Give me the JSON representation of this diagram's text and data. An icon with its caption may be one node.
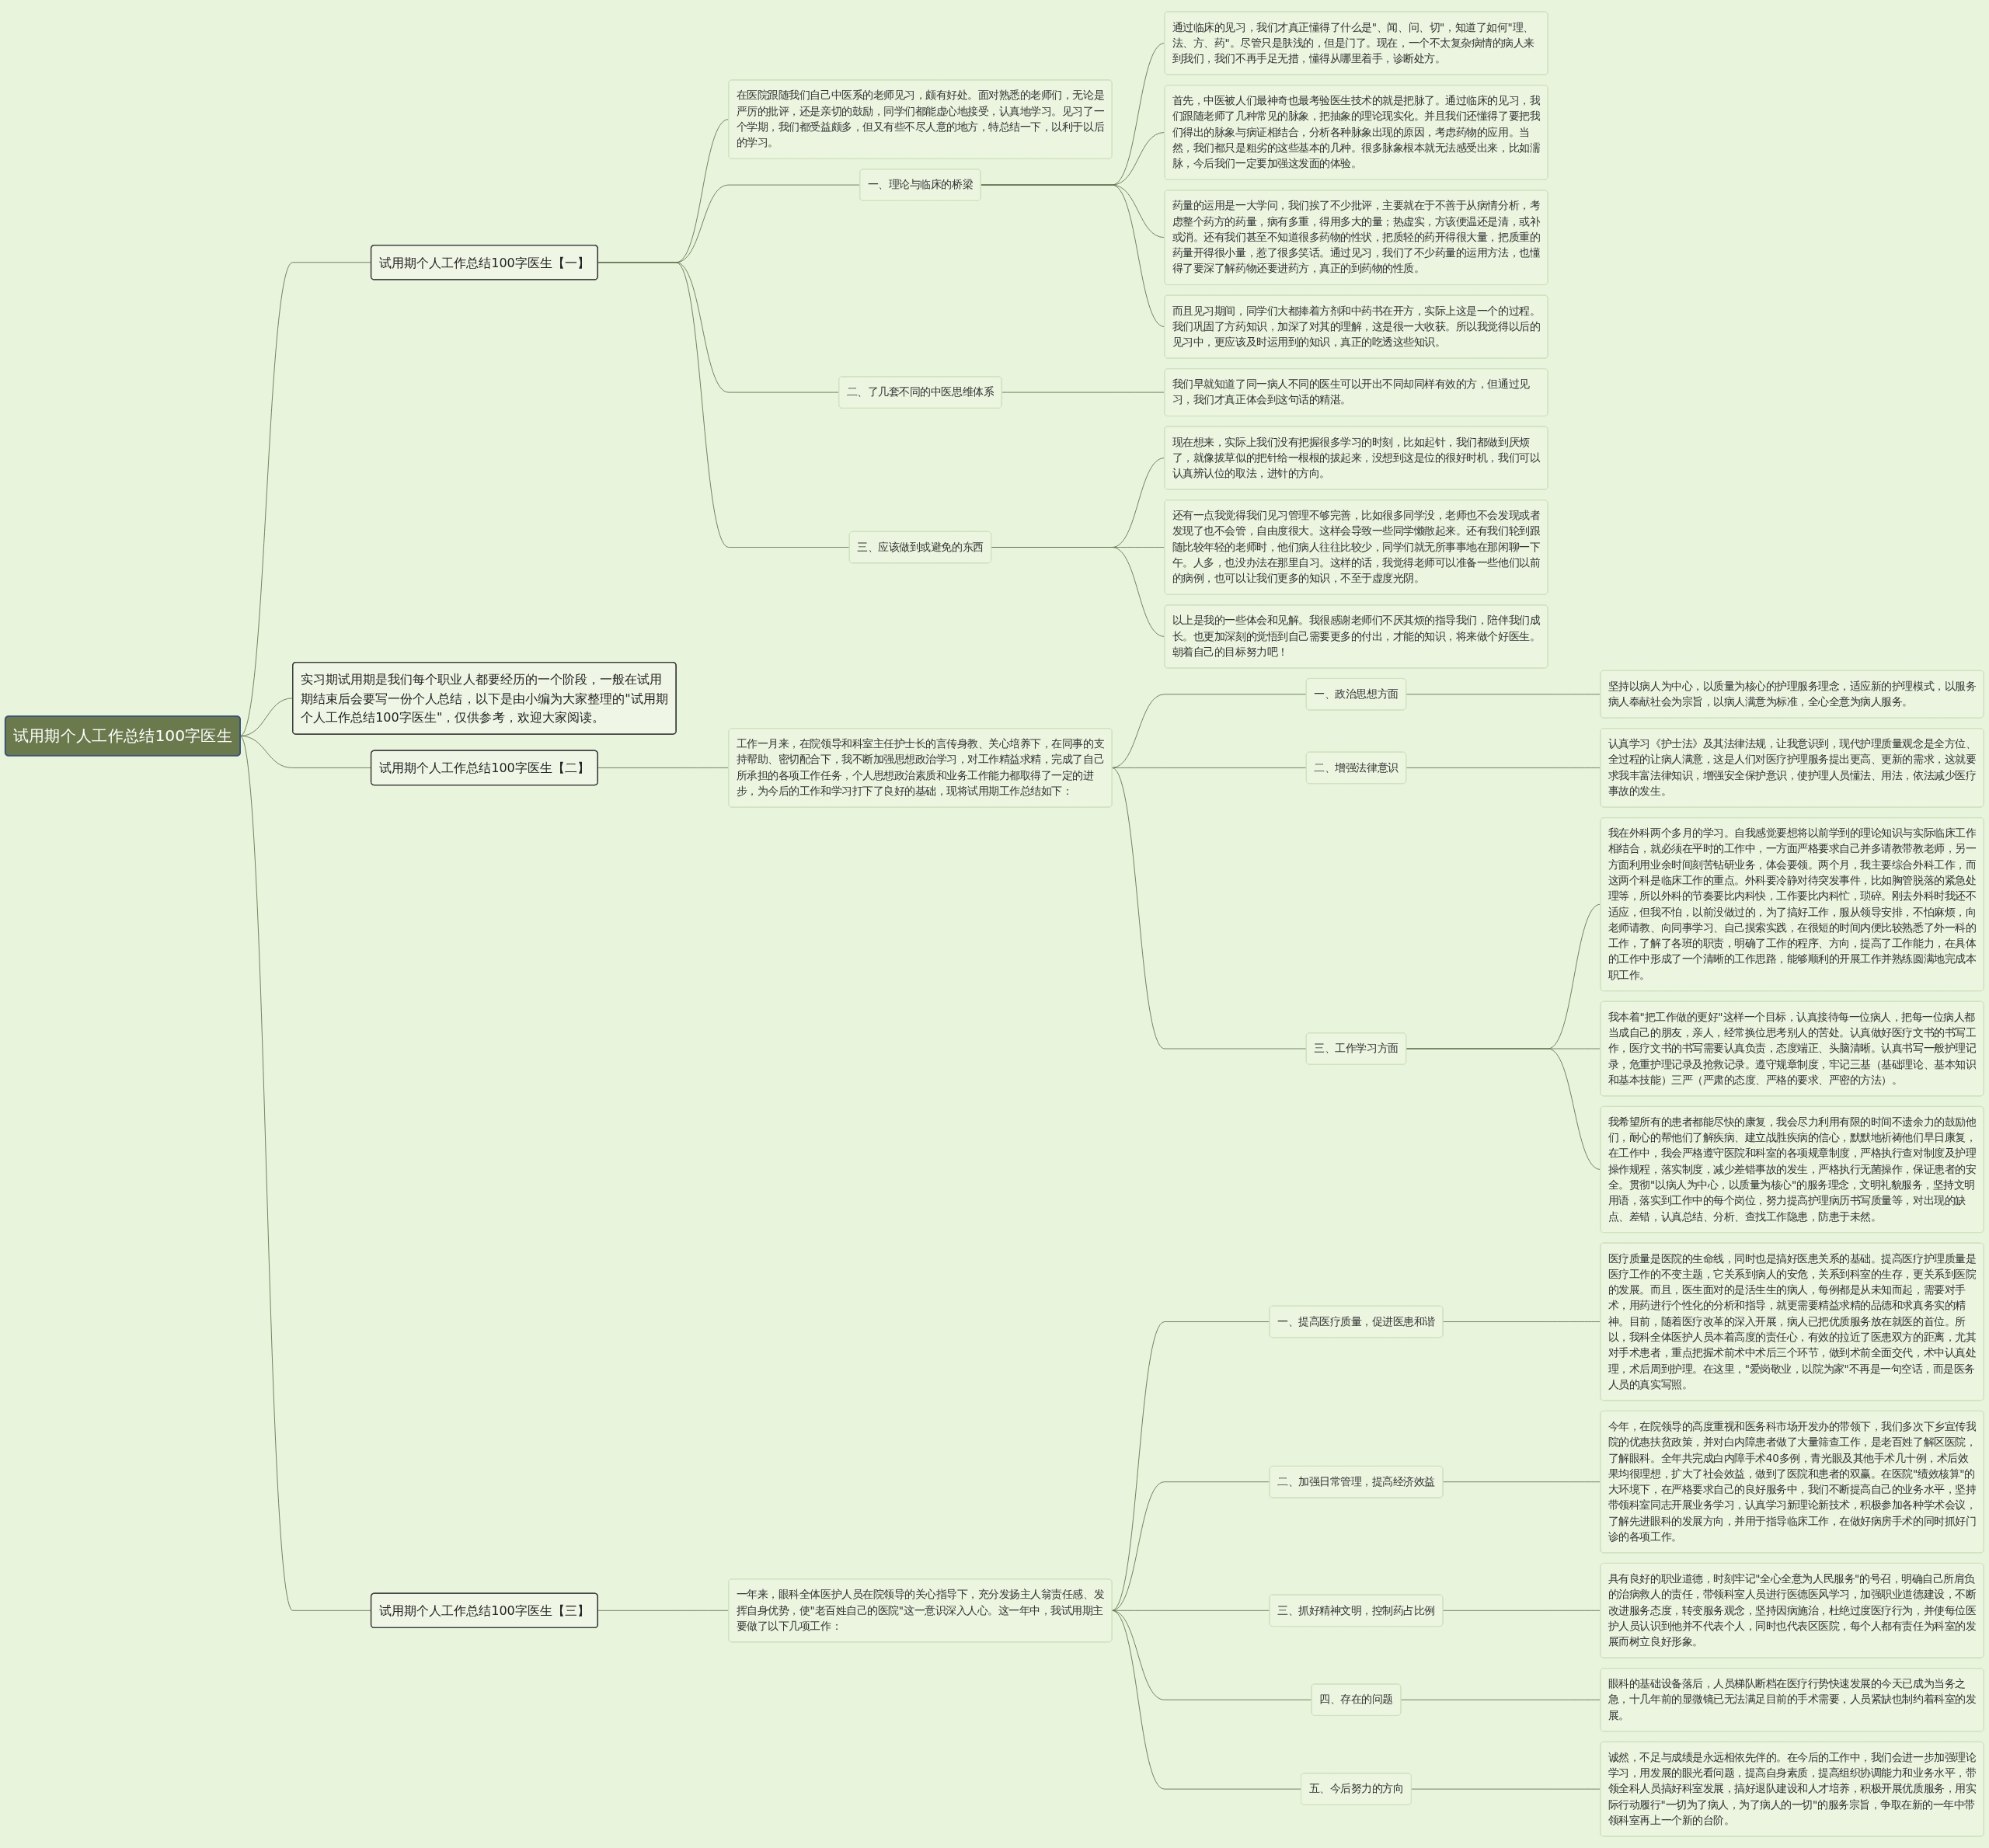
{
  "diagram": {
    "nodes": [
      {
        "text": [
          "试用期个人工作总结100字医生"
        ]
      },
      {
        "text": [
          "试用期个人工作总结100字医生【一】"
        ]
      },
      {
        "text": [
          "在医院跟随我们自己中医系的老师见习，颇有好处。面对熟悉的老师们，无论是严厉的批评，还是亲切的鼓励，同学们都能虚心地接受，认真地学习。见习了一个学期，我们都受益颇多，但又有些不尽人意的地方，特总结一下，以利于以后的学习。"
        ]
      },
      {
        "text": [
          "一、理论与临床的桥梁"
        ]
      },
      {
        "text": [
          "通过临床的见习，我们才真正懂得了什么是\"、闻、问、切\"，知道了如何\"理、法、方、药\"。尽管只是肤浅的，但是门了。现在，一个不太复杂病情的病人来到我们，我们不再手足无措，懂得从哪里着手，诊断处方。"
        ]
      },
      {
        "text": [
          "首先，中医被人们最神奇也最考验医生技术的就是把脉了。通过临床的见习，我们跟随老师了几种常见的脉象，把抽象的理论现实化。并且我们还懂得了要把我们得出的脉象与病证相结合，分析各种脉象出现的原因，考虑药物的应用。当然，我们都只是粗劣的这些基本的几种。很多脉象根本就无法感受出来，比如濡脉，今后我们一定要加强这发面的体验。"
        ]
      },
      {
        "text": [
          "药量的运用是一大学问，我们挨了不少批评，主要就在于不善于从病情分析，考虑整个药方的药量，病有多重，得用多大的量；热虚实，方该便温还是清，或补或消。还有我们甚至不知道很多药物的性状，把质轻的药开得很大量，把质重的药量开得很小量，惹了很多笑话。通过见习，我们了不少药量的运用方法，也懂得了要深了解药物还要进药方，真正的到药物的性质。"
        ]
      },
      {
        "text": [
          "而且见习期间，同学们大都捧着方剂和中药书在开方，实际上这是一个的过程。我们巩固了方药知识，加深了对其的理解，这是很一大收获。所以我觉得以后的见习中，更应该及时运用到的知识，真正的吃透这些知识。"
        ]
      },
      {
        "text": [
          "二、了几套不同的中医思维体系"
        ]
      },
      {
        "text": [
          "我们早就知道了同一病人不同的医生可以开出不同却同样有效的方，但通过见习，我们才真正体会到这句话的精湛。"
        ]
      },
      {
        "text": [
          "三、应该做到或避免的东西"
        ]
      },
      {
        "text": [
          "现在想来，实际上我们没有把握很多学习的时刻，比如起针，我们都做到厌烦了，就像拔草似的把针给一根根的拔起来，没想到这是位的很好时机，我们可以认真辨认位的取法，进针的方向。"
        ]
      },
      {
        "text": [
          "还有一点我觉得我们见习管理不够完善，比如很多同学没，老师也不会发现或者发现了也不会管，自由度很大。这样会导致一些同学懒散起来。还有我们轮到跟随比较年轻的老师时，他们病人往往比较少，同学们就无所事事地在那闲聊一下午。人多，也没办法在那里自习。这样的话，我觉得老师可以准备一些他们以前的病例，也可以让我们更多的知识，不至于虚度光阴。"
        ]
      },
      {
        "text": [
          "以上是我的一些体会和见解。我很感谢老师们不厌其烦的指导我们，陪伴我们成长。也更加深刻的觉悟到自己需要更多的付出，才能的知识，将来做个好医生。朝着自己的目标努力吧！"
        ]
      },
      {
        "text": [
          "实习期试用期是我们每个职业人都要经历的一个阶段，一般在试用期结束后会要写一份个人总结，以下是由小编为大家整理的\"试用期个人工作总结100字医生\"，仅供参考，欢迎大家阅读。"
        ]
      },
      {
        "text": [
          "试用期个人工作总结100字医生【二】"
        ]
      },
      {
        "text": [
          "工作一月来，在院领导和科室主任护士长的言传身教、关心培养下，在同事的支持帮助、密切配合下，我不断加强思想政治学习，对工作精益求精，完成了自己所承担的各项工作任务，个人思想政治素质和业务工作能力都取得了一定的进步，为今后的工作和学习打下了良好的基础，现将试用期工作总结如下："
        ]
      },
      {
        "text": [
          "一、政治思想方面"
        ]
      },
      {
        "text": [
          "坚持以病人为中心，以质量为核心的护理服务理念，适应新的护理模式，以服务病人奉献社会为宗旨，以病人满意为标准，全心全意为病人服务。"
        ]
      },
      {
        "text": [
          "二、增强法律意识"
        ]
      },
      {
        "text": [
          "认真学习《护士法》及其法律法规，让我意识到，现代护理质量观念是全方位、全过程的让病人满意，这是人们对医疗护理服务提出更高、更新的需求，这就要求我丰富法律知识，增强安全保护意识，使护理人员懂法、用法，依法减少医疗事故的发生。"
        ]
      },
      {
        "text": [
          "三、工作学习方面"
        ]
      },
      {
        "text": [
          "我在外科两个多月的学习。自我感觉要想将以前学到的理论知识与实际临床工作相结合，就必须在平时的工作中，一方面严格要求自己并多请教带教老师，另一方面利用业余时间刻苦钻研业务，体会要领。两个月，我主要综合外科工作，而这两个科是临床工作的重点。外科要冷静对待突发事件，比如胸管脱落的紧急处理等，所以外科的节奏要比内科快，工作要比内科忙，琐碎。刚去外科时我还不适应，但我不怕，以前没做过的，为了搞好工作，服从领导安排，不怕麻烦，向老师请教、向同事学习、自己摸索实践，在很短的时间内便比较熟悉了外一科的工作，了解了各班的职责，明确了工作的程序、方向，提高了工作能力，在具体的工作中形成了一个清晰的工作思路，能够顺利的开展工作并熟练圆满地完成本职工作。"
        ]
      },
      {
        "text": [
          "我本着\"把工作做的更好\"这样一个目标，认真接待每一位病人，把每一位病人都当成自己的朋友，亲人，经常换位思考别人的苦处。认真做好医疗文书的书写工作，医疗文书的书写需要认真负责，态度端正、头脑清晰。认真书写一般护理记录，危重护理记录及抢救记录。遵守规章制度，牢记三基（基础理论、基本知识和基本技能）三严（严肃的态度、严格的要求、严密的方法）。"
        ]
      },
      {
        "text": [
          "我希望所有的患者都能尽快的康复，我会尽力利用有限的时间不遗余力的鼓励他们，耐心的帮他们了解疾病、建立战胜疾病的信心，默默地祈祷他们早日康复，在工作中，我会严格遵守医院和科室的各项规章制度，严格执行查对制度及护理操作规程，落实制度，减少差错事故的发生，严格执行无菌操作，保证患者的安全。贯彻\"以病人为中心，以质量为核心\"的服务理念，文明礼貌服务，坚持文明用语，落实到工作中的每个岗位，努力提高护理病历书写质量等，对出现的缺点、差错，认真总结、分析、查找工作隐患，防患于未然。"
        ]
      },
      {
        "text": [
          "试用期个人工作总结100字医生【三】"
        ]
      },
      {
        "text": [
          "一年来，眼科全体医护人员在院领导的关心指导下，充分发扬主人翁责任感、发挥自身优势，使\"老百姓自己的医院\"这一意识深入人心。这一年中，我试用期主要做了以下几项工作："
        ]
      },
      {
        "text": [
          "一、提高医疗质量，促进医患和谐"
        ]
      },
      {
        "text": [
          "医疗质量是医院的生命线，同时也是搞好医患关系的基础。提高医疗护理质量是医疗工作的不变主题，它关系到病人的安危，关系到科室的生存，更关系到医院的发展。而且，医生面对的是活生生的病人，每例都是从未知而起，需要对手术，用药进行个性化的分析和指导，就更需要精益求精的品德和求真务实的精神。目前，随着医疗改革的深入开展，病人已把优质服务放在就医的首位。所以，我科全体医护人员本着高度的责任心，有效的拉近了医患双方的距离，尤其对手术患者，重点把握术前术中术后三个环节，做到术前全面交代，术中认真处理，术后周到护理。在这里，\"爱岗敬业，以院为家\"不再是一句空话，而是医务人员的真实写照。"
        ]
      },
      {
        "text": [
          "二、加强日常管理，提高经济效益"
        ]
      },
      {
        "text": [
          "今年，在院领导的高度重视和医务科市场开发办的带领下，我们多次下乡宣传我院的优惠扶贫政策，并对白内障患者做了大量筛查工作，是老百姓了解区医院，了解眼科。全年共完成白内障手术40多例，青光眼及其他手术几十例，术后效果均很理想，扩大了社会效益，做到了医院和患者的双赢。在医院\"绩效核算\"的大环境下，在严格要求自己的良好服务中，我们不断提高自己的业务水平，坚持带领科室同志开展业务学习，认真学习新理论新技术，积极参加各种学术会议，了解先进眼科的发展方向，并用于指导临床工作，在做好病房手术的同时抓好门诊的各项工作。"
        ]
      },
      {
        "text": [
          "三、抓好精神文明，控制药占比例"
        ]
      },
      {
        "text": [
          "具有良好的职业道德，时刻牢记\"全心全意为人民服务\"的号召，明确自己所肩负的治病救人的责任，带领科室人员进行医德医风学习，加强职业道德建设，不断改进服务态度，转变服务观念，坚持因病施治，杜绝过度医疗行为，并使每位医护人员认识到他并不代表个人，同时也代表区医院，每个人都有责任为科室的发展而树立良好形象。"
        ]
      },
      {
        "text": [
          "四、存在的问题"
        ]
      },
      {
        "text": [
          "眼科的基础设备落后，人员梯队断档在医疗行势快速发展的今天已成为当务之急，十几年前的显微镜已无法满足目前的手术需要，人员紧缺也制约着科室的发展。"
        ]
      },
      {
        "text": [
          "五、今后努力的方向"
        ]
      },
      {
        "text": [
          "诚然，不足与成绩是永远相依先伴的。在今后的工作中，我们会进一步加强理论学习，用发展的眼光看问题，提高自身素质，提高组织协调能力和业务水平，带领全科人员搞好科室发展，搞好退队建设和人才培养，积极开展优质服务，用实际行动履行\"一切为了病人，为了病人的一切\"的服务宗旨，争取在新的一年中带领科室再上一个新的台阶。"
        ]
      }
    ],
    "edges": [
      {
        "from": 0,
        "to": 1,
        "arrow": "none"
      },
      {
        "from": 1,
        "to": 2,
        "arrow": "none"
      },
      {
        "from": 1,
        "to": 3,
        "arrow": "none"
      },
      {
        "from": 3,
        "to": 4,
        "arrow": "none"
      },
      {
        "from": 3,
        "to": 5,
        "arrow": "none"
      },
      {
        "from": 3,
        "to": 6,
        "arrow": "none"
      },
      {
        "from": 3,
        "to": 7,
        "arrow": "none"
      },
      {
        "from": 1,
        "to": 8,
        "arrow": "none"
      },
      {
        "from": 8,
        "to": 9,
        "arrow": "none"
      },
      {
        "from": 1,
        "to": 10,
        "arrow": "none"
      },
      {
        "from": 10,
        "to": 11,
        "arrow": "none"
      },
      {
        "from": 10,
        "to": 12,
        "arrow": "none"
      },
      {
        "from": 10,
        "to": 13,
        "arrow": "none"
      },
      {
        "from": 0,
        "to": 14,
        "arrow": "none"
      },
      {
        "from": 0,
        "to": 15,
        "arrow": "none"
      },
      {
        "from": 15,
        "to": 16,
        "arrow": "none"
      },
      {
        "from": 16,
        "to": 17,
        "arrow": "none"
      },
      {
        "from": 17,
        "to": 18,
        "arrow": "none"
      },
      {
        "from": 16,
        "to": 19,
        "arrow": "none"
      },
      {
        "from": 19,
        "to": 20,
        "arrow": "none"
      },
      {
        "from": 16,
        "to": 21,
        "arrow": "none"
      },
      {
        "from": 21,
        "to": 22,
        "arrow": "none"
      },
      {
        "from": 21,
        "to": 23,
        "arrow": "none"
      },
      {
        "from": 21,
        "to": 24,
        "arrow": "none"
      },
      {
        "from": 0,
        "to": 25,
        "arrow": "none"
      },
      {
        "from": 25,
        "to": 26,
        "arrow": "none"
      },
      {
        "from": 26,
        "to": 27,
        "arrow": "none"
      },
      {
        "from": 27,
        "to": 28,
        "arrow": "none"
      },
      {
        "from": 26,
        "to": 29,
        "arrow": "none"
      },
      {
        "from": 29,
        "to": 30,
        "arrow": "none"
      },
      {
        "from": 26,
        "to": 31,
        "arrow": "none"
      },
      {
        "from": 31,
        "to": 32,
        "arrow": "none"
      },
      {
        "from": 26,
        "to": 33,
        "arrow": "none"
      },
      {
        "from": 33,
        "to": 34,
        "arrow": "none"
      },
      {
        "from": 26,
        "to": 35,
        "arrow": "none"
      },
      {
        "from": 35,
        "to": 36,
        "arrow": "none"
      }
    ]
  }
}
